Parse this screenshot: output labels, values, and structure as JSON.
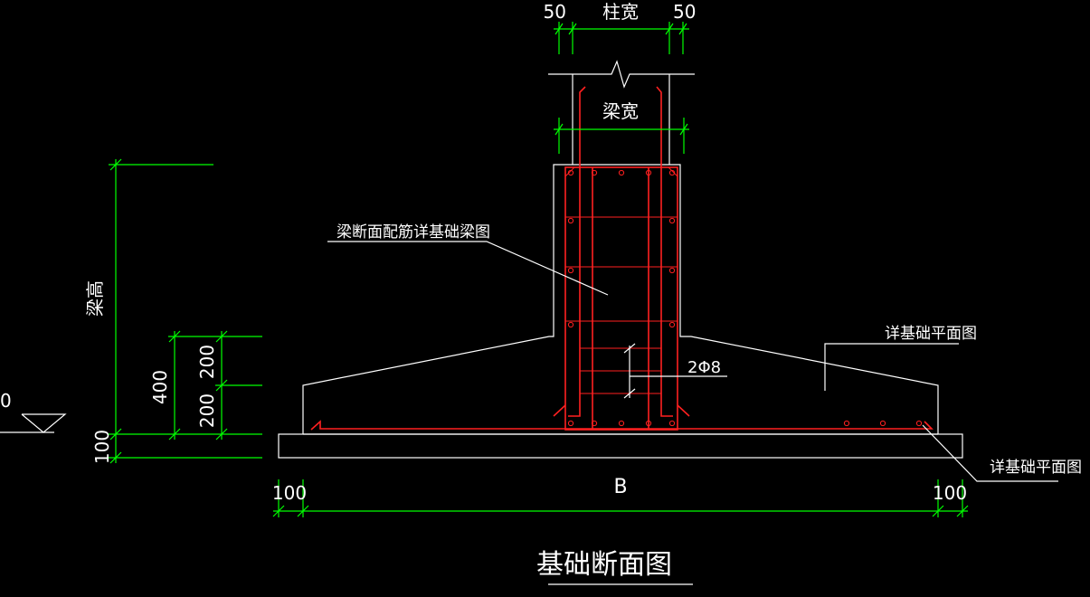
{
  "dims": {
    "col_edge_left": "50",
    "col_width": "柱宽",
    "col_edge_right": "50",
    "beam_width": "梁宽",
    "beam_height": "梁高",
    "h400": "400",
    "h200_top": "200",
    "h200_bottom": "200",
    "h100": "100",
    "b_left": "100",
    "b_right": "100",
    "b_label": "B",
    "elev_zero": "0"
  },
  "notes": {
    "beam_section": "梁断面配筋详基础梁图",
    "rebar": "2Φ8",
    "detail_plan_upper": "详基础平面图",
    "detail_plan_lower": "详基础平面图"
  },
  "title": "基础断面图",
  "colors": {
    "background": "#000000",
    "outline": "#ffffff",
    "dimension": "#00ff00",
    "rebar": "#ff2020"
  }
}
